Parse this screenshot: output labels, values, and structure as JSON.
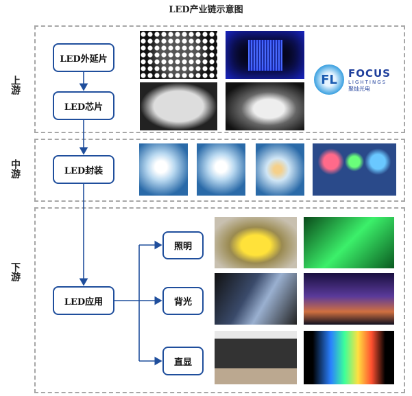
{
  "title": "LED产业链示意图",
  "sections": {
    "upstream": "上游",
    "midstream": "中游",
    "downstream": "下游"
  },
  "nodes": {
    "epi": "LED外延片",
    "chip": "LED芯片",
    "package": "LED封装",
    "application": "LED应用",
    "lighting": "照明",
    "backlight": "背光",
    "display": "直显"
  },
  "logo": {
    "mark": "FL",
    "name": "FOCUS",
    "sub": "LIGHTINGS",
    "cn": "聚灿光电"
  },
  "colors": {
    "node_border": "#1f4e9c",
    "dash": "#a6a6a6"
  }
}
